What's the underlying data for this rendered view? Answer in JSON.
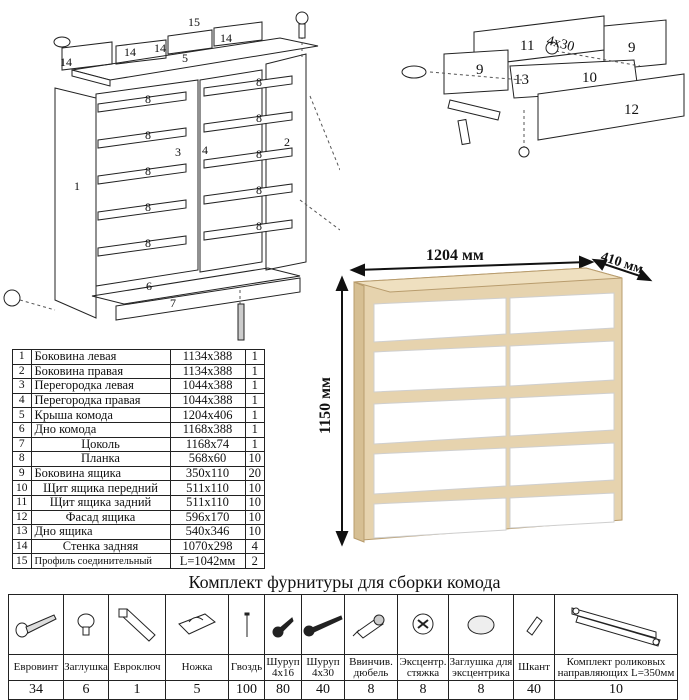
{
  "exploded_labels": {
    "p1": "1",
    "p2": "2",
    "p3": "3",
    "p4": "4",
    "p5": "5",
    "p6": "6",
    "p7": "7",
    "p8a": "8",
    "p8b": "8",
    "p8c": "8",
    "p8d": "8",
    "p8e": "8",
    "p8f": "8",
    "p8g": "8",
    "p8h": "8",
    "p8i": "8",
    "p8j": "8",
    "p14a": "14",
    "p14b": "14",
    "p14c": "14",
    "p14d": "14",
    "p15": "15"
  },
  "drawer_labels": {
    "p9a": "9",
    "p9b": "9",
    "p10": "10",
    "p11": "11",
    "p12": "12",
    "p13": "13",
    "screw": "4x30"
  },
  "dimensions": {
    "width": "1204 мм",
    "depth": "410 мм",
    "height": "1150 мм"
  },
  "parts": [
    {
      "n": "1",
      "name": "Боковина левая",
      "size": "1134x388",
      "qty": "1"
    },
    {
      "n": "2",
      "name": "Боковина правая",
      "size": "1134x388",
      "qty": "1"
    },
    {
      "n": "3",
      "name": "Перегородка левая",
      "size": "1044x388",
      "qty": "1"
    },
    {
      "n": "4",
      "name": "Перегородка правая",
      "size": "1044x388",
      "qty": "1"
    },
    {
      "n": "5",
      "name": "Крыша комода",
      "size": "1204x406",
      "qty": "1"
    },
    {
      "n": "6",
      "name": "Дно комода",
      "size": "1168x388",
      "qty": "1"
    },
    {
      "n": "7",
      "name": "Цоколь",
      "size": "1168x74",
      "qty": "1"
    },
    {
      "n": "8",
      "name": "Планка",
      "size": "568x60",
      "qty": "10"
    },
    {
      "n": "9",
      "name": "Боковина ящика",
      "size": "350x110",
      "qty": "20"
    },
    {
      "n": "10",
      "name": "Щит ящика передний",
      "size": "511x110",
      "qty": "10"
    },
    {
      "n": "11",
      "name": "Щит ящика задний",
      "size": "511x110",
      "qty": "10"
    },
    {
      "n": "12",
      "name": "Фасад ящика",
      "size": "596x170",
      "qty": "10"
    },
    {
      "n": "13",
      "name": "Дно ящика",
      "size": "540x346",
      "qty": "10"
    },
    {
      "n": "14",
      "name": "Стенка задняя",
      "size": "1070x298",
      "qty": "4"
    },
    {
      "n": "15",
      "name": "Профиль соединительный",
      "size": "L=1042мм",
      "qty": "2"
    }
  ],
  "fittings_title": "Комплект фурнитуры для сборки комода",
  "fittings": [
    {
      "icon": "euroscrew-icon",
      "label": [
        "Евровинт"
      ],
      "qty": "34"
    },
    {
      "icon": "cap-icon",
      "label": [
        "Заглушка"
      ],
      "qty": "6"
    },
    {
      "icon": "hex-key-icon",
      "label": [
        "Евроключ"
      ],
      "qty": "1"
    },
    {
      "icon": "foot-icon",
      "label": [
        "Ножка"
      ],
      "qty": "5"
    },
    {
      "icon": "nail-icon",
      "label": [
        "Гвоздь"
      ],
      "qty": "100"
    },
    {
      "icon": "screw-4x16-icon",
      "label": [
        "Шуруп",
        "4x16"
      ],
      "qty": "80"
    },
    {
      "icon": "screw-4x30-icon",
      "label": [
        "Шуруп",
        "4x30"
      ],
      "qty": "40"
    },
    {
      "icon": "dowel-icon",
      "label": [
        "Ввинчив.",
        "дюбель"
      ],
      "qty": "8"
    },
    {
      "icon": "eccentric-icon",
      "label": [
        "Эксцентр.",
        "стяжка"
      ],
      "qty": "8"
    },
    {
      "icon": "eccentric-cap-icon",
      "label": [
        "Заглушка для",
        "эксцентрика"
      ],
      "qty": "8"
    },
    {
      "icon": "wood-dowel-icon",
      "label": [
        "Шкант"
      ],
      "qty": "40"
    },
    {
      "icon": "runner-icon",
      "label": [
        "Комплект роликовых",
        "направляющих L=350мм"
      ],
      "qty": "10"
    }
  ],
  "colors": {
    "oak": "#e6d3ae",
    "oak_edge": "#c9b185",
    "white_front": "#ffffff",
    "line": "#222222"
  }
}
